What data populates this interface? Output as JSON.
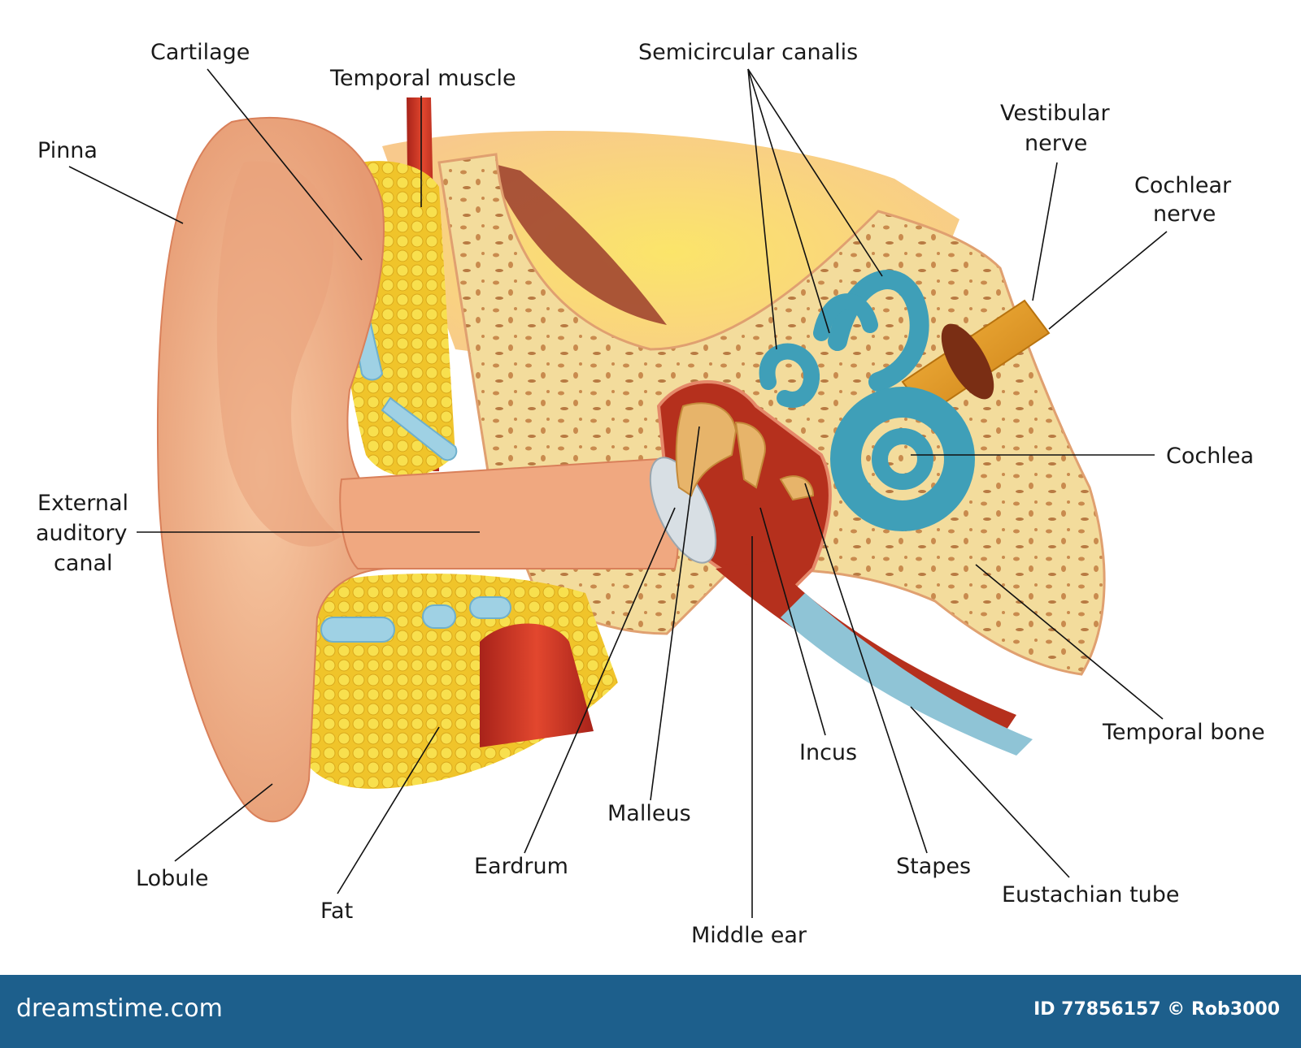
{
  "labels": {
    "cartilage": "Cartilage",
    "temporal_muscle": "Temporal muscle",
    "semicircular_canalis": "Semicircular canalis",
    "vestibular_nerve_1": "Vestibular",
    "vestibular_nerve_2": "nerve",
    "cochlear_nerve_1": "Cochlear",
    "cochlear_nerve_2": "nerve",
    "pinna": "Pinna",
    "cochlea": "Cochlea",
    "external_canal_1": "External",
    "external_canal_2": "auditory",
    "external_canal_3": "canal",
    "temporal_bone": "Temporal bone",
    "incus": "Incus",
    "malleus": "Malleus",
    "eardrum": "Eardrum",
    "stapes": "Stapes",
    "eustachian_tube": "Eustachian tube",
    "lobule": "Lobule",
    "fat": "Fat",
    "middle_ear": "Middle ear"
  },
  "footer": {
    "brand": "dreamstime.com",
    "credit": "ID 77856157 © Rob3000"
  },
  "colors": {
    "skin": "#f2b48a",
    "bone": "#f3dc9c",
    "fat": "#f2d33a",
    "cochlea": "#3f9fb8",
    "muscle": "#c9311f",
    "footer": "#1d5f8c"
  }
}
